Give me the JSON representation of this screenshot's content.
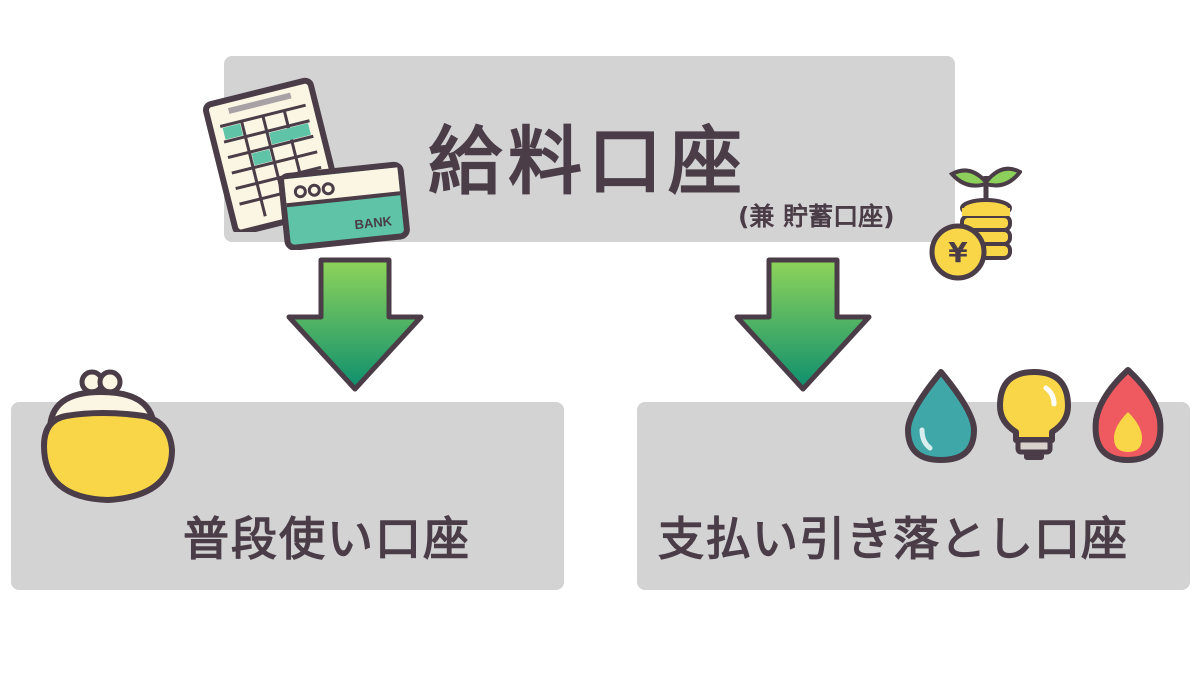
{
  "top": {
    "title": "給料口座",
    "subtitle": "(兼 貯蓄口座)",
    "bank_card_text": "BANK",
    "coin_symbol": "¥"
  },
  "left": {
    "title": "普段使い口座"
  },
  "right": {
    "title": "支払い引き落とし口座"
  },
  "icons": {
    "bankbook": "bankbook-spreadsheet-icon",
    "card": "bank-card-icon",
    "savings": "coin-stack-sprout-icon",
    "wallet": "coin-purse-icon",
    "water": "water-drop-icon",
    "electricity": "light-bulb-icon",
    "gas": "gas-flame-icon",
    "arrow": "down-arrow-icon"
  },
  "colors": {
    "box_bg": "#d3d3d3",
    "text": "#4a3d47",
    "arrow_top": "#8fd45a",
    "arrow_bottom": "#0d8f6e",
    "teal": "#5fc3a8",
    "yellow": "#f9d648"
  }
}
